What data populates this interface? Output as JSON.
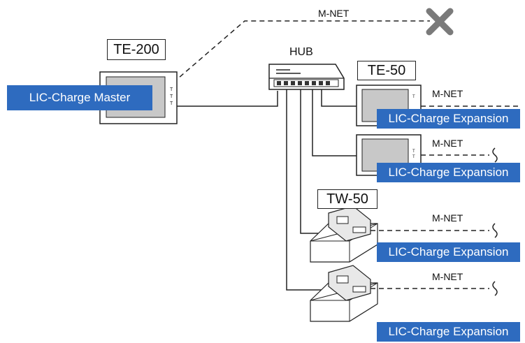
{
  "devices": {
    "te200": "TE-200",
    "hub": "HUB",
    "te50": "TE-50",
    "tw50": "TW-50"
  },
  "labels": {
    "master": "LIC-Charge Master",
    "expansion1": "LIC-Charge Expansion",
    "expansion2": "LIC-Charge Expansion",
    "expansion3": "LIC-Charge Expansion",
    "expansion4": "LIC-Charge Expansion"
  },
  "networks": {
    "top": "M-NET",
    "te50_a": "M-NET",
    "te50_b": "M-NET",
    "tw50_a": "M-NET",
    "tw50_b": "M-NET"
  },
  "colors": {
    "label_blue": "#2e6bbf",
    "cross_gray": "#7a7a7a"
  }
}
